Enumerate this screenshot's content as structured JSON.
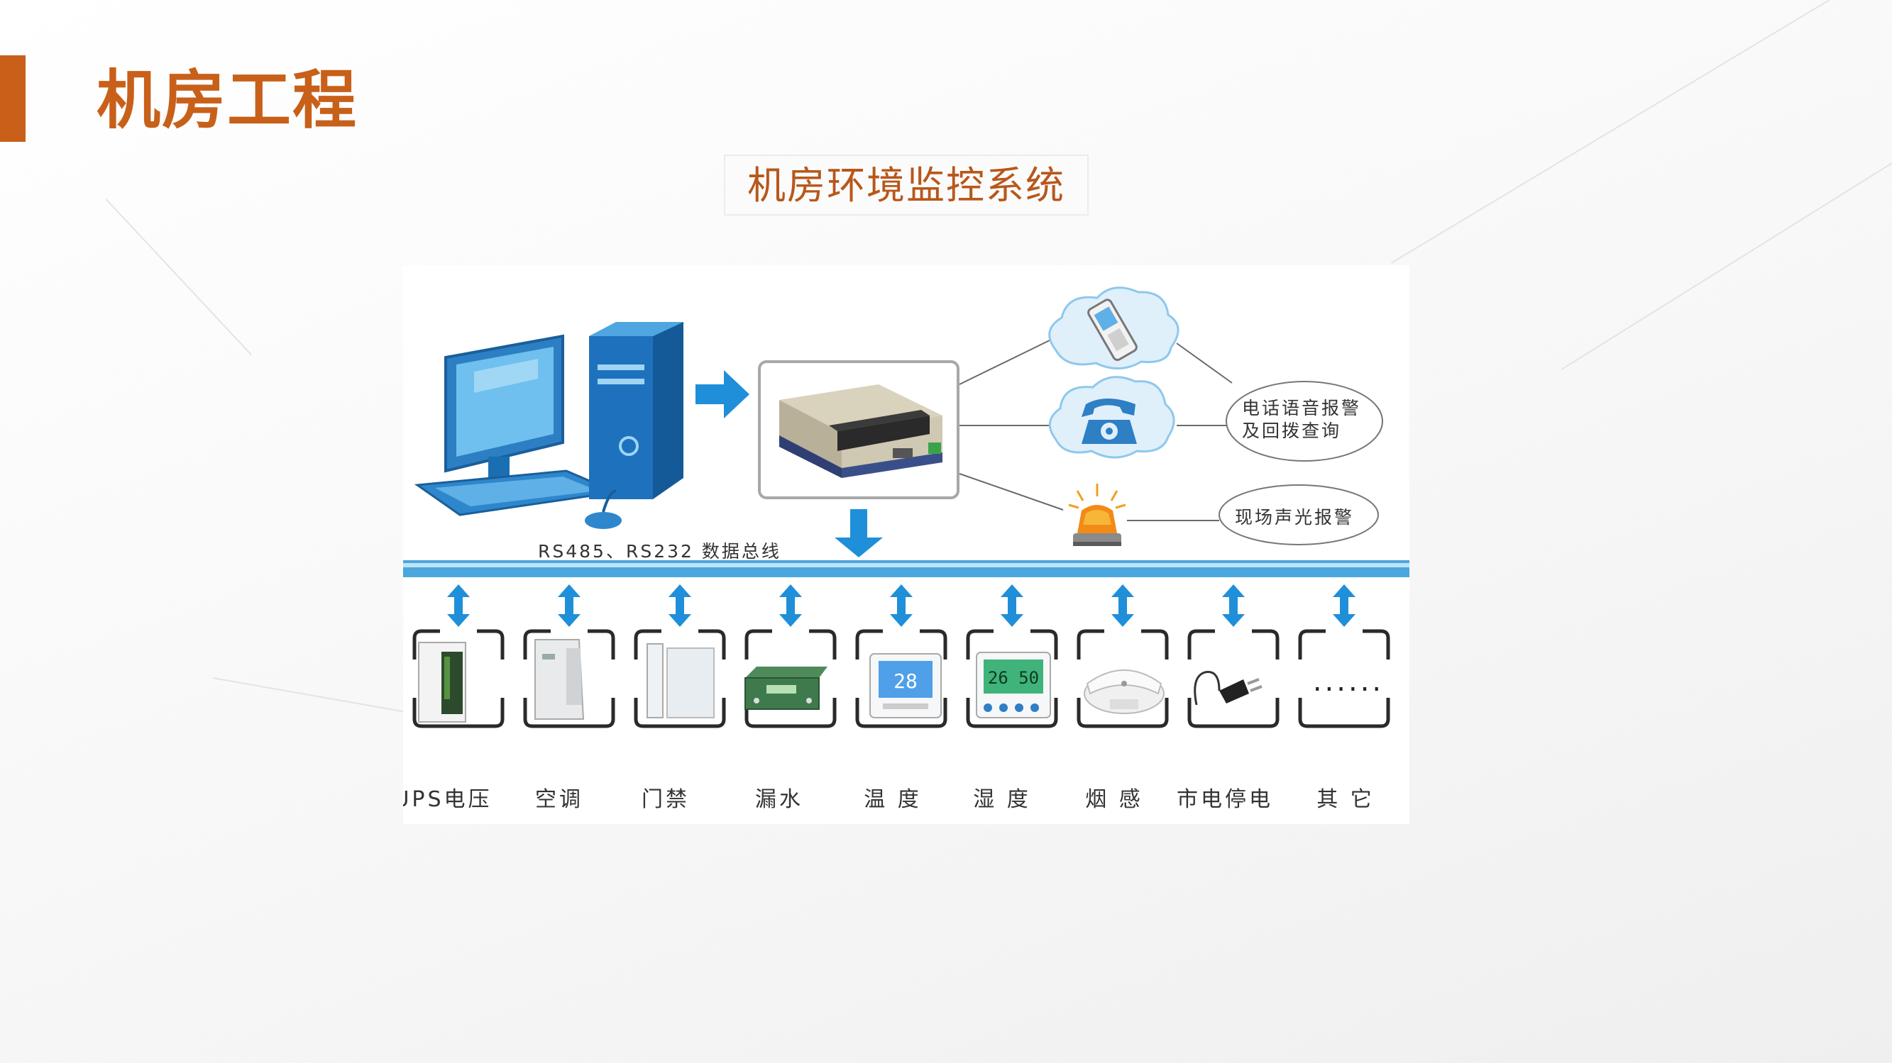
{
  "page": {
    "title": "机房工程",
    "subtitle": "机房环境监控系统"
  },
  "diagram": {
    "bus_label": "RS485、RS232 数据总线",
    "alarm_phone_line1": "电话语音报警",
    "alarm_phone_line2": "及回拨查询",
    "alarm_sound": "现场声光报警",
    "devices": [
      "UPS电压",
      "空调",
      "门禁",
      "漏水",
      "温 度",
      "湿 度",
      "烟 感",
      "市电停电",
      "其 它"
    ],
    "temp_display": "28",
    "humidity_display": "26 50",
    "other_dots": "......"
  },
  "colors": {
    "accent": "#c8601a",
    "bus": "#4aa6dd",
    "arrow": "#1f8fd9"
  }
}
